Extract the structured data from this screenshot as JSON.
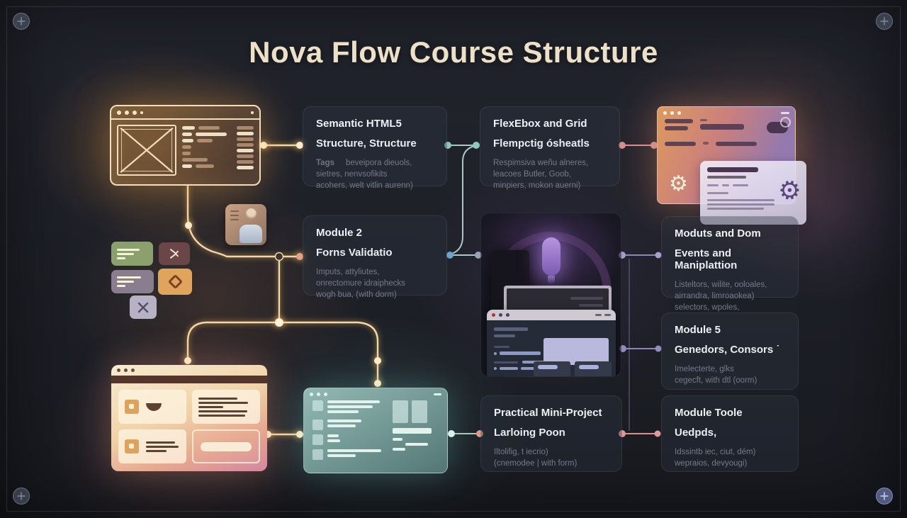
{
  "title": "Nova Flow Course Structure",
  "cards": {
    "semantic": {
      "title": "Semantic HTML5",
      "subtitle": "Structure, Structure",
      "label": "Tags",
      "body": "beveipora dieuols,\nsietres, nenvsofikits\nacohers, welt vitlin aurenn)"
    },
    "flexbox": {
      "title": "FlexEbox and Grid",
      "subtitle": "Flempctig ósheatls",
      "body": "Respimsiva weñu alneres,\nleacoes Butler, Goob,\nminpiers, mokon auerni)"
    },
    "module2": {
      "title": "Module 2",
      "subtitle": "Forns Validatio",
      "body": "Imputs, attyliutes,\nonrectomure idraiphecks\nwogh bua, (with dorm)"
    },
    "moduts": {
      "title": "Moduts and Dom",
      "subtitle": "Events and Maniplattion",
      "body": "Listeltors, wilite, ooloales,\nairrandra, limroaokea)\nselectors, wpoles,"
    },
    "module5": {
      "title": "Module 5",
      "subtitle": "Genedors, Consors ˙",
      "body": "Imelecterte, glks\ncegecft, with dtl (oorm)"
    },
    "practical": {
      "title": "Practical Mini-Project",
      "subtitle": "Larloing Poon",
      "body": "Iltolifig, t iecrio)\n(cnemodee | with form)"
    },
    "toole": {
      "title": "Module Toole",
      "subtitle": "Uedpds,",
      "body": "Idssintb iec, ciut, dém)\nwepraios, devyougi)"
    }
  },
  "icons": {
    "corner": "plus-circle",
    "gear_light": "⚙",
    "gear_dark": "⚙",
    "close": "×",
    "diamond": "◇",
    "code_arrow": "»",
    "image_placeholder": "☒"
  },
  "colors": {
    "background": "#1b1d24",
    "title_text": "#ece0c8",
    "card_bg": "rgba(44,52,66,0.38)",
    "card_title_text": "#eef1f5",
    "card_body_text": "#737b89",
    "connector_orange": "#f2d7a8",
    "connector_teal": "#a9c7c4",
    "connector_pink": "#d99090",
    "connector_purple": "#8f85b5",
    "mock_wireframe_stroke": "#f3ddba",
    "mock_teal": "#9ec6c0",
    "mock_cream": "#f6ecd2",
    "mock_gradient_left": "#df9a5c",
    "mock_gradient_right": "#8a7cb5"
  }
}
